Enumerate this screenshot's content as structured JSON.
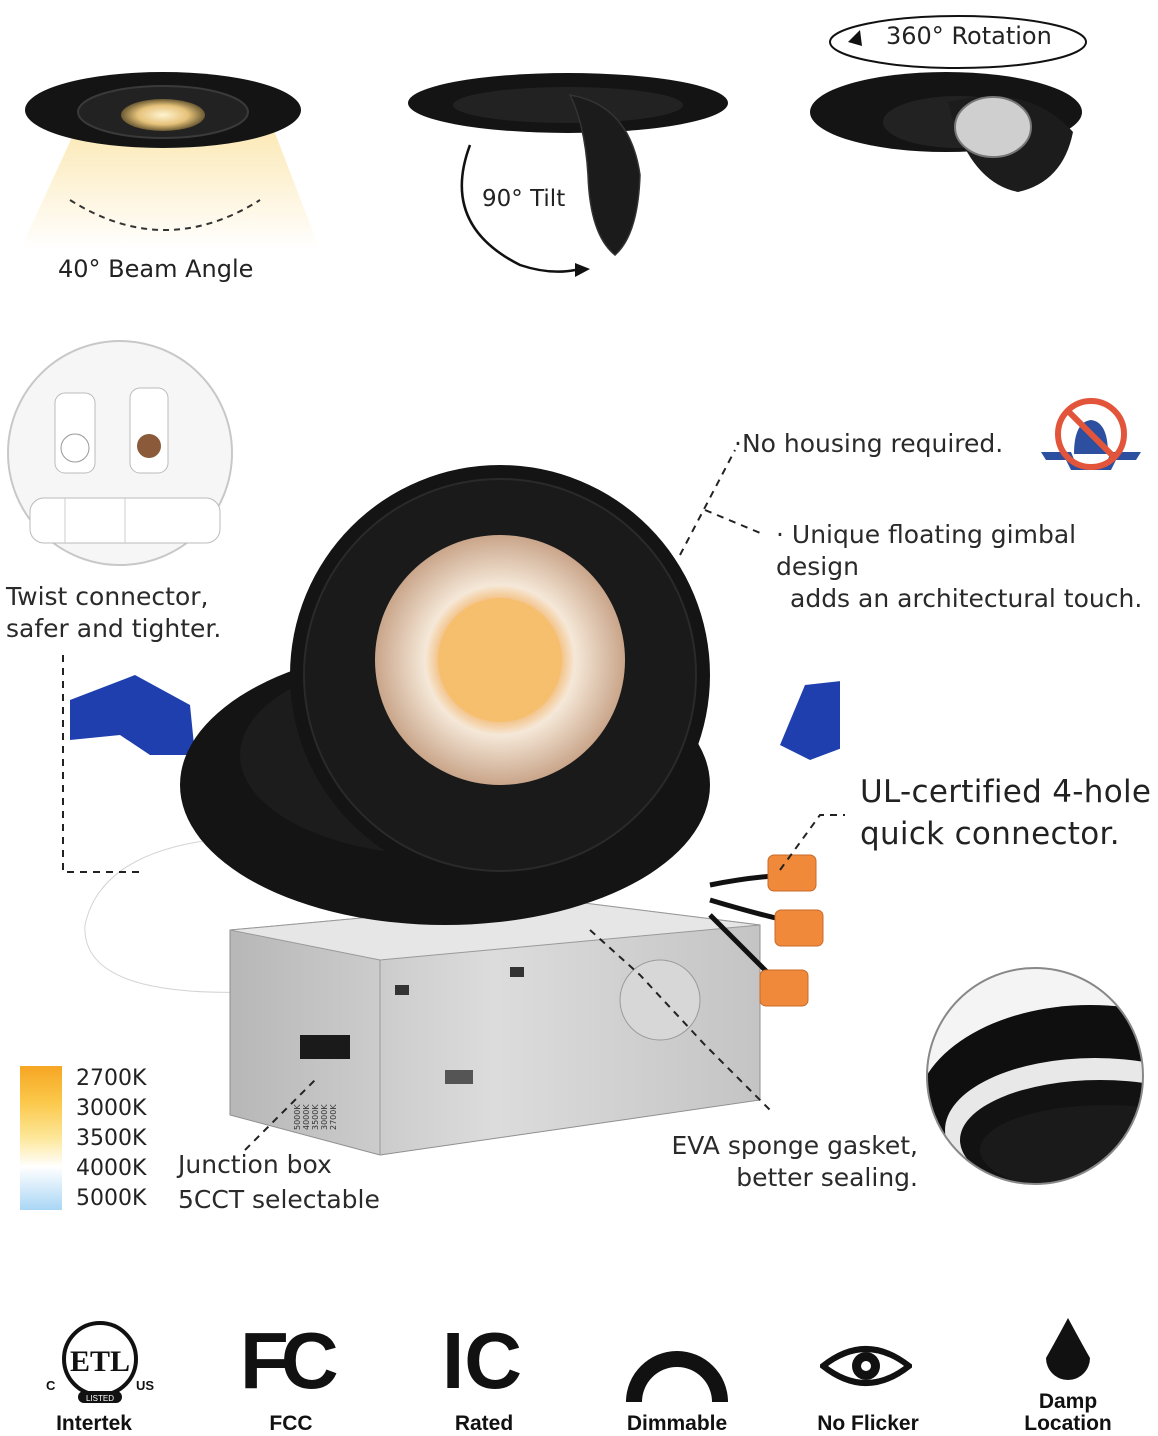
{
  "features_top": {
    "beam_label": "40° Beam Angle",
    "tilt_label": "90° Tilt",
    "rotation_label": "360° Rotation"
  },
  "callouts": {
    "twist_connector": [
      "Twist connector,",
      "safer and tighter."
    ],
    "no_housing": "No housing required.",
    "gimbal": [
      "Unique floating gimbal design",
      "adds an architectural touch."
    ],
    "ul_connector": [
      "UL-certified 4-hole",
      "quick connector."
    ],
    "gasket": [
      "EVA sponge gasket,",
      "better sealing."
    ],
    "junction_box": [
      "Junction box",
      "5CCT selectable"
    ]
  },
  "cct": {
    "values": [
      "2700K",
      "3000K",
      "3500K",
      "4000K",
      "5000K"
    ],
    "switch_marks": [
      "5000K",
      "4000K",
      "3500K",
      "3000K",
      "2700K"
    ],
    "colors": [
      "#f6a623",
      "#fbc84a",
      "#fde79a",
      "#ffffff",
      "#a9d6f5"
    ]
  },
  "certifications": [
    {
      "icon": "etl-icon",
      "label": "Intertek",
      "etl_text": "ETL",
      "etl_c": "C",
      "etl_us": "US",
      "etl_listed": "LISTED"
    },
    {
      "icon": "fcc-icon",
      "label": "FCC",
      "mark": "FC"
    },
    {
      "icon": "ic-icon",
      "label": "Rated",
      "mark": "IC"
    },
    {
      "icon": "dimmable-icon",
      "label": "Dimmable"
    },
    {
      "icon": "eye-icon",
      "label": "No Flicker"
    },
    {
      "icon": "water-drop-icon",
      "label": "Damp\nLocation",
      "label_lines": [
        "Damp",
        "Location"
      ]
    }
  ],
  "colors": {
    "fixture_black": "#151515",
    "bracket_blue": "#1f3fae",
    "box_metal": "#c9c9c9",
    "warm_light": "#f8c56a",
    "no_housing_red": "#e2553a",
    "no_housing_blue": "#2d4fa0"
  }
}
